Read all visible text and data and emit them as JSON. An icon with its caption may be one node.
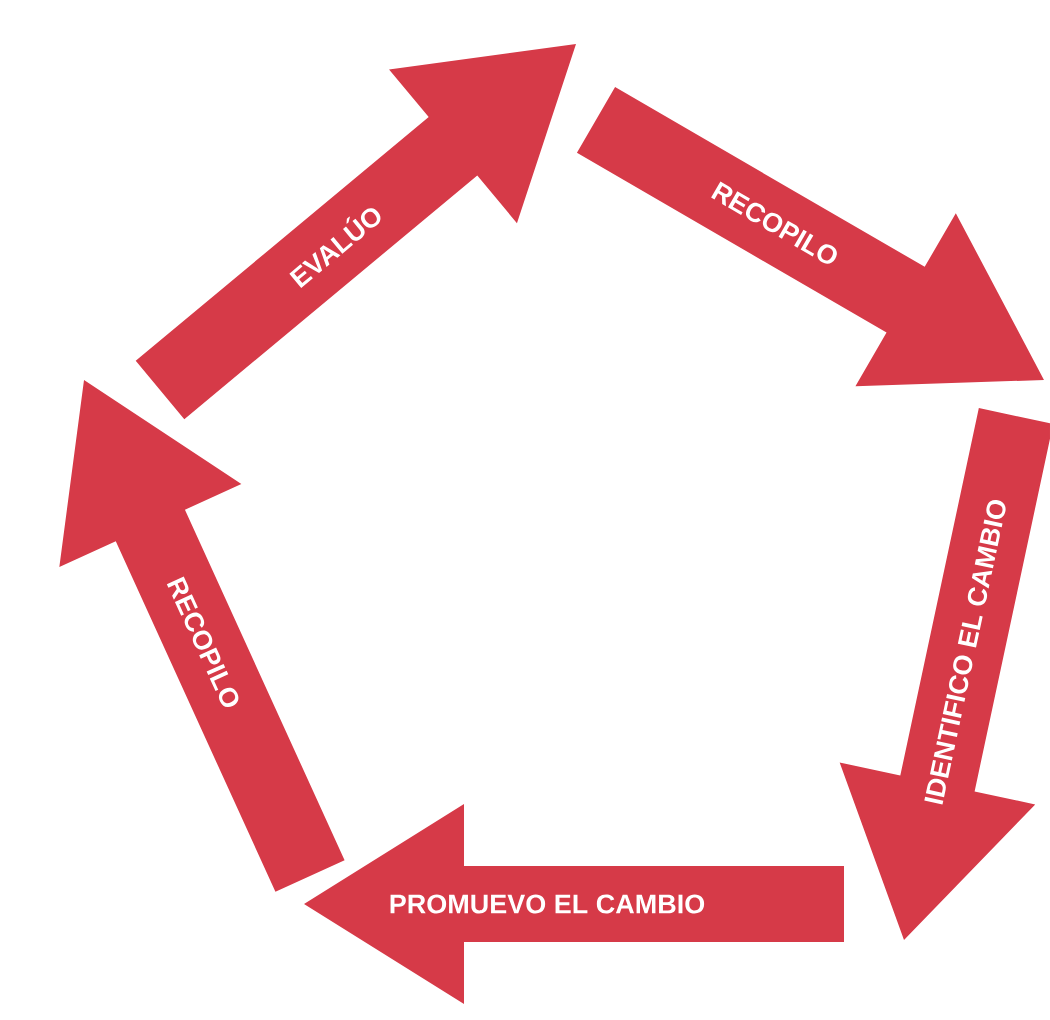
{
  "diagram": {
    "nodes": [
      {
        "text": [
          "EVALÚO"
        ]
      },
      {
        "text": [
          "RECOPILO"
        ]
      },
      {
        "text": [
          "IDENTIFICO EL CAMBIO"
        ]
      },
      {
        "text": [
          "PROMUEVO EL CAMBIO"
        ]
      },
      {
        "text": [
          "RECOPILO"
        ]
      }
    ]
  }
}
